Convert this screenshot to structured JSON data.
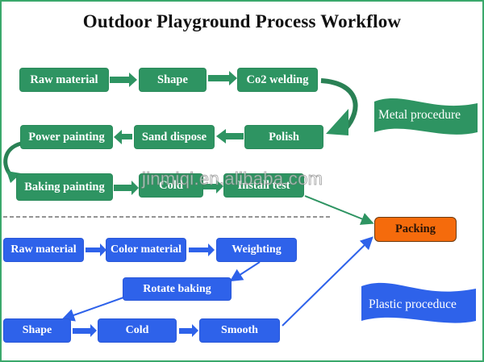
{
  "title": "Outdoor Playground  Process Workflow",
  "colors": {
    "metal_green": "#2e9462",
    "plastic_blue": "#2e62ea",
    "packing_orange": "#f56b0c"
  },
  "metal": {
    "label": "Metal  procedure",
    "steps": [
      "Raw material",
      "Shape",
      "Co2 welding",
      "Polish",
      "Sand dispose",
      "Power painting",
      "Baking painting",
      "Cold",
      "Install test"
    ]
  },
  "plastic": {
    "label": "Plastic proceduce",
    "steps": [
      "Raw material",
      "Color material",
      "Weighting",
      "Rotate baking",
      "Shape",
      "Cold",
      "Smooth"
    ]
  },
  "packing": {
    "label": "Packing"
  },
  "watermark": "jinmiqi.en.alibaba.com"
}
